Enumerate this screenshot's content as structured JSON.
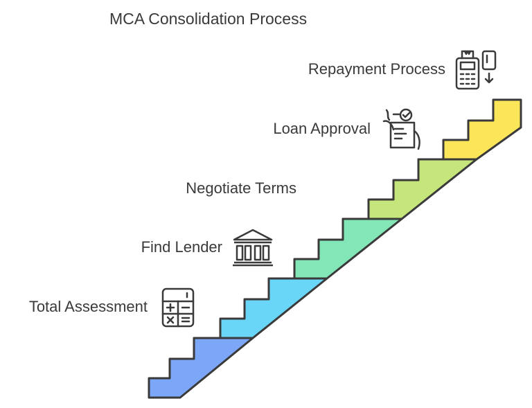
{
  "title": "MCA Consolidation Process",
  "steps": [
    {
      "label": "Total Assessment",
      "color": "#7ca6f7",
      "icon": "calculator-icon"
    },
    {
      "label": "Find Lender",
      "color": "#6ad6f7",
      "icon": "bank-building-icon"
    },
    {
      "label": "Negotiate Terms",
      "color": "#82e6b6",
      "icon": ""
    },
    {
      "label": "Loan Approval",
      "color": "#c5e67a",
      "icon": "signed-document-icon"
    },
    {
      "label": "Repayment Process",
      "color": "#fbe659",
      "icon": "payment-terminal-icon"
    }
  ],
  "stroke_color": "#3a3a3a"
}
